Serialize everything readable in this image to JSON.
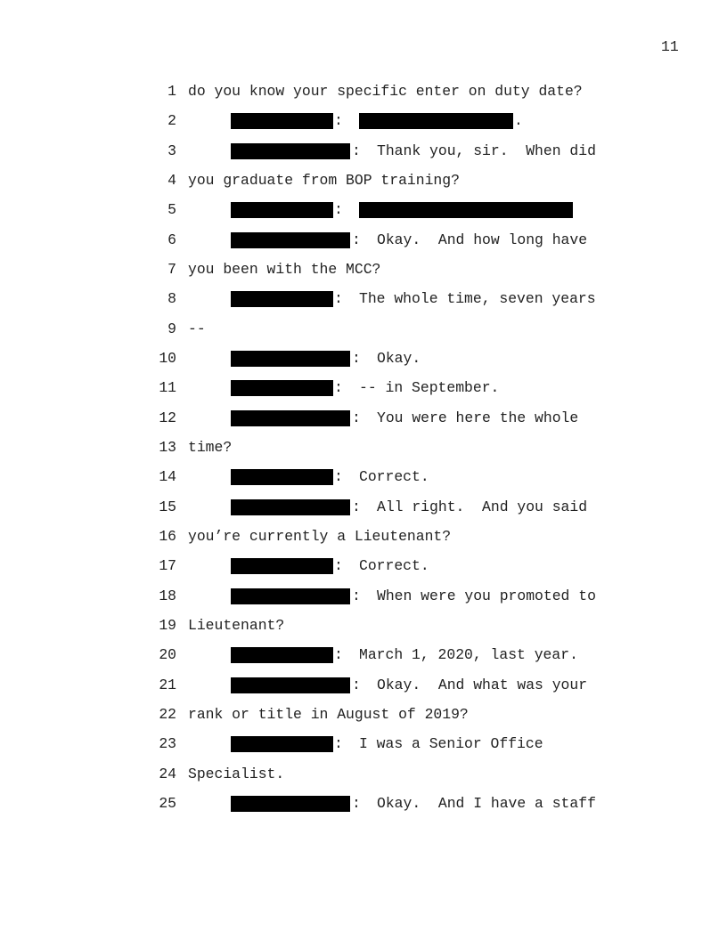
{
  "page_number": "11",
  "lines": [
    {
      "n": "1",
      "kind": "cont",
      "text": "do you know your specific enter on duty date?"
    },
    {
      "n": "2",
      "kind": "A",
      "text": "",
      "redacted_answer": true,
      "answer_end": "."
    },
    {
      "n": "3",
      "kind": "B",
      "text": "Thank you, sir.  When did"
    },
    {
      "n": "4",
      "kind": "cont",
      "text": "you graduate from BOP training?"
    },
    {
      "n": "5",
      "kind": "A",
      "text": "",
      "redacted_answer": true,
      "answer_end": ""
    },
    {
      "n": "6",
      "kind": "B",
      "text": "Okay.  And how long have"
    },
    {
      "n": "7",
      "kind": "cont",
      "text": "you been with the MCC?"
    },
    {
      "n": "8",
      "kind": "A",
      "text": "The whole time, seven years"
    },
    {
      "n": "9",
      "kind": "cont",
      "text": "--"
    },
    {
      "n": "10",
      "kind": "B",
      "text": "Okay."
    },
    {
      "n": "11",
      "kind": "A",
      "text": "-- in September."
    },
    {
      "n": "12",
      "kind": "B",
      "text": "You were here the whole"
    },
    {
      "n": "13",
      "kind": "cont",
      "text": "time?"
    },
    {
      "n": "14",
      "kind": "A",
      "text": "Correct."
    },
    {
      "n": "15",
      "kind": "B",
      "text": "All right.  And you said"
    },
    {
      "n": "16",
      "kind": "cont",
      "text": "you’re currently a Lieutenant?"
    },
    {
      "n": "17",
      "kind": "A",
      "text": "Correct."
    },
    {
      "n": "18",
      "kind": "B",
      "text": "When were you promoted to"
    },
    {
      "n": "19",
      "kind": "cont",
      "text": "Lieutenant?"
    },
    {
      "n": "20",
      "kind": "A",
      "text": "March 1, 2020, last year."
    },
    {
      "n": "21",
      "kind": "B",
      "text": "Okay.  And what was your"
    },
    {
      "n": "22",
      "kind": "cont",
      "text": "rank or title in August of 2019?"
    },
    {
      "n": "23",
      "kind": "A",
      "text": "I was a Senior Office"
    },
    {
      "n": "24",
      "kind": "cont",
      "text": "Specialist."
    },
    {
      "n": "25",
      "kind": "B",
      "text": "Okay.  And I have a staff"
    }
  ],
  "colon": ":"
}
